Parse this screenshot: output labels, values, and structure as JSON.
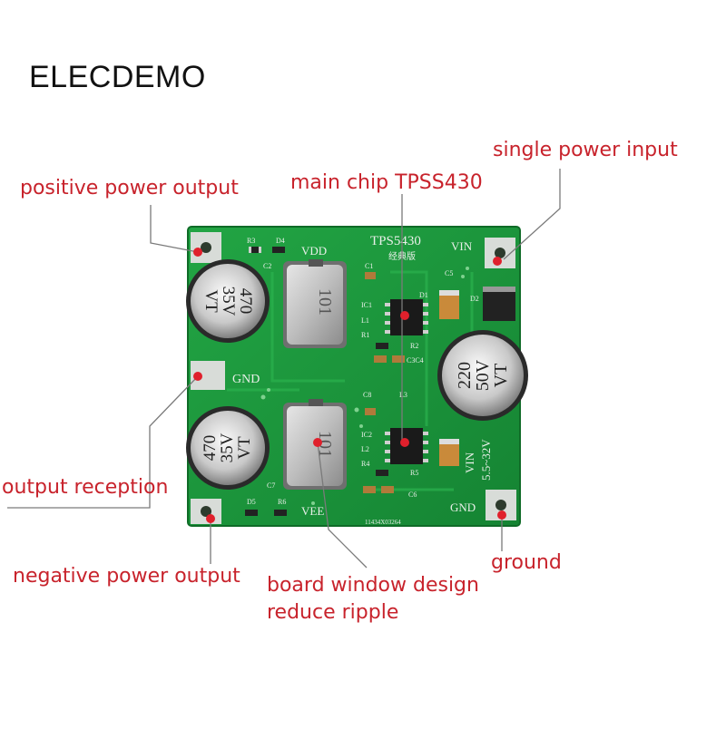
{
  "brand": "ELECDEMO",
  "colors": {
    "callout_text": "#c8232c",
    "pcb_green": "#1f9a3d",
    "silkscreen": "#e8efe8",
    "leader_line": "#7a7a7a"
  },
  "callouts": {
    "positive_output": "positive power output",
    "main_chip": "main chip TPSS430",
    "single_input": "single power input",
    "output_reception": "output reception",
    "negative_output": "negative power output",
    "board_window_1": "board window design",
    "board_window_2": "reduce ripple",
    "ground": "ground"
  },
  "board": {
    "title": "TPS5430",
    "subtitle": "经典版",
    "vdd": "VDD",
    "vin": "VIN",
    "gnd_left": "GND",
    "gnd_right": "GND",
    "vee": "VEE",
    "vin_side": "VIN",
    "vin_range": "5.5~32V",
    "serial": "11434X03264",
    "cap_470_a": {
      "value": "470",
      "voltage": "35V",
      "suffix": "VT"
    },
    "cap_470_b": {
      "value": "470",
      "voltage": "35V",
      "suffix": "VT"
    },
    "cap_220": {
      "value": "220",
      "voltage": "50V",
      "suffix": "VT"
    },
    "inductor_top": "101",
    "inductor_bottom": "101",
    "refs": {
      "r3": "R3",
      "d4": "D4",
      "c2": "C2",
      "c1": "C1",
      "ic1": "IC1",
      "d1": "D1",
      "l1": "L1",
      "r1": "R1",
      "r2": "R2",
      "c3c4": "C3C4",
      "c5": "C5",
      "d2": "D2",
      "c8": "C8",
      "l3": "L3",
      "ic2": "IC2",
      "l2": "L2",
      "r4": "R4",
      "r5": "R5",
      "c6": "C6",
      "c7": "C7",
      "d5": "D5",
      "r6": "R6"
    }
  }
}
